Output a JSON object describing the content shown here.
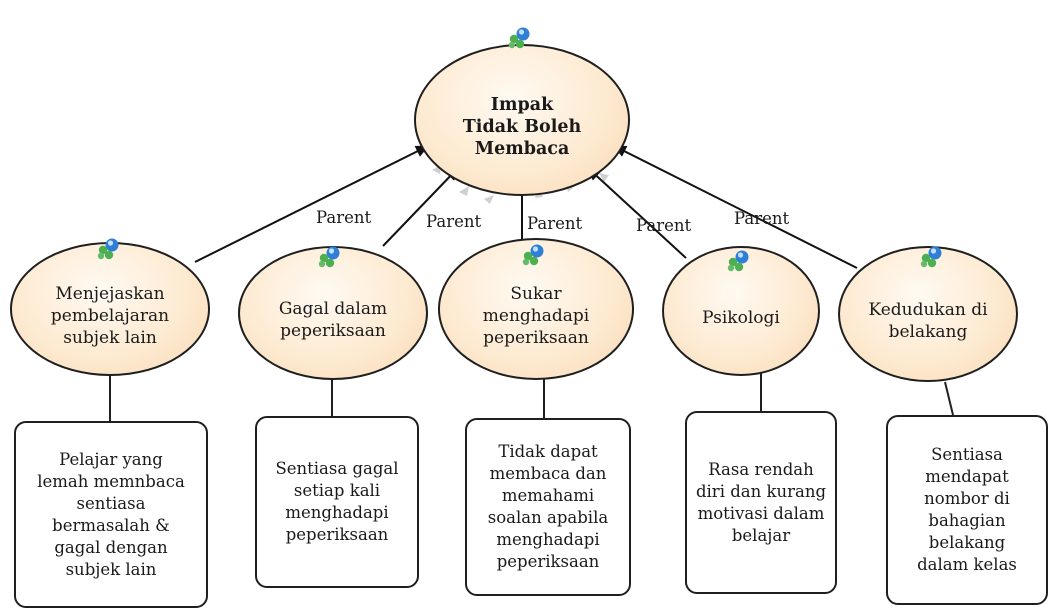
{
  "diagram": {
    "root": {
      "label": "Impak Tidak Boleh Membaca",
      "icon": "cluster-bubbles-icon"
    },
    "edge_label": "Parent",
    "children": [
      {
        "label": "Menjejaskan pembelajaran subjek lain",
        "note": "Pelajar yang lemah memnbaca sentiasa bermasalah & gagal dengan subjek lain"
      },
      {
        "label": "Gagal dalam peperiksaan",
        "note": "Sentiasa gagal setiap kali menghadapi peperiksaan"
      },
      {
        "label": "Sukar menghadapi peperiksaan",
        "note": "Tidak dapat membaca dan memahami soalan apabila menghadapi peperiksaan"
      },
      {
        "label": "Psikologi",
        "note": "Rasa rendah diri dan kurang motivasi dalam belajar"
      },
      {
        "label": "Kedudukan di belakang",
        "note": "Sentiasa mendapat nombor di bahagian belakang dalam kelas"
      }
    ],
    "colors": {
      "node_fill": "#fde9cf",
      "outline": "#1f1f1f",
      "icon_green": "#4caf50",
      "icon_blue": "#2f7fd6"
    }
  }
}
